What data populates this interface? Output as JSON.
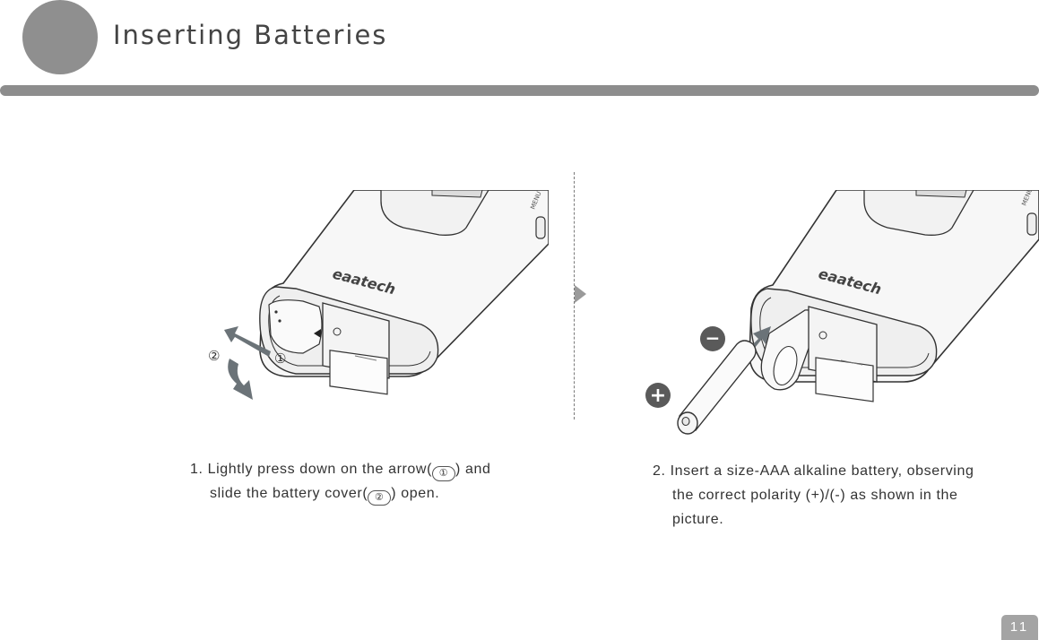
{
  "header": {
    "title": "Inserting Batteries"
  },
  "brand": {
    "logo_text": "eaatech",
    "menu_text": "MENU"
  },
  "step1": {
    "callout_1": "①",
    "callout_2": "②",
    "text_part1": "1. Lightly press down on the arrow(",
    "marker_1": "①",
    "text_part2": ") and",
    "text_part3": "slide the battery cover(",
    "marker_2": "②",
    "text_part4": ") open."
  },
  "step2": {
    "minus_symbol": "−",
    "plus_symbol": "+",
    "line1": "2. Insert a size-AAA alkaline battery, observing",
    "line2": "the correct polarity (+)/(-) as shown in the",
    "line3": "picture."
  },
  "page": {
    "number": "11"
  },
  "colors": {
    "header_gray": "#8d8d8d",
    "arrow_gray": "#6b7378",
    "polarity_badge": "#5a5a5a",
    "page_badge": "#a4a4a4"
  }
}
